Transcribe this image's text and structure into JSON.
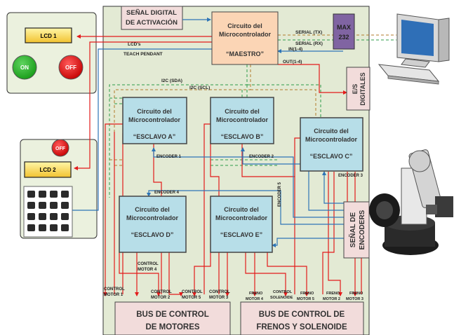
{
  "signal": {
    "line1": "SEÑAL DIGITAL",
    "line2": "DE ACTIVACIÓN"
  },
  "lcd1": "LCD 1",
  "lcd2": "LCD 2",
  "on_label": "ON",
  "off_label": "OFF",
  "master": {
    "line1": "Circuito del",
    "line2": "Microcontrolador",
    "line3": "“MAESTRO”"
  },
  "slave_a": {
    "line1": "Circuito del",
    "line2": "Microcontrolador",
    "line3": "“ESCLAVO A”"
  },
  "slave_b": {
    "line1": "Circuito del",
    "line2": "Microcontrolador",
    "line3": "“ESCLAVO B”"
  },
  "slave_c": {
    "line1": "Circuito del",
    "line2": "Microcontrolador",
    "line3": "“ESCLAVO C”"
  },
  "slave_d": {
    "line1": "Circuito del",
    "line2": "Microcontrolador",
    "line3": "“ESCLAVO D”"
  },
  "slave_e": {
    "line1": "Circuito del",
    "line2": "Microcontrolador",
    "line3": "“ESCLAVO E”"
  },
  "max": {
    "line1": "MAX",
    "line2": "232"
  },
  "es": {
    "line1": "E/S",
    "line2": "DIGITALES"
  },
  "senal_enc": {
    "line1": "SEÑAL DE",
    "line2": "ENCODERS"
  },
  "bus_motores": {
    "line1": "BUS DE CONTROL",
    "line2": "DE MOTORES"
  },
  "bus_frenos": {
    "line1": "BUS DE CONTROL DE",
    "line2": "FRENOS Y SOLENOIDE"
  },
  "labels": {
    "serial_tx": "SERIAL (TX)",
    "serial_rx": "SERIAL (RX)",
    "in": "IN(1-4)",
    "out": "OUT(1-4)",
    "lcds": "LCD's",
    "teach": "TEACH PENDANT",
    "sda": "I2C (SDA)",
    "scl": "I2C (SCL)",
    "enc1": "ENCODER 1",
    "enc2": "ENCODER 2",
    "enc3": "ENCODER 3",
    "enc4": "ENCODER 4",
    "enc5": "ENCODER 5",
    "cm4_1": "CONTROL",
    "cm4_2": "MOTOR 4",
    "cm1_1": "CONTROL",
    "cm1_2": "MOTOR 1",
    "cm2_1": "CONTROL",
    "cm2_2": "MOTOR 2",
    "cm5_1": "CONTROL",
    "cm5_2": "MOTOR 5",
    "cm3_1": "CONTROL",
    "cm3_2": "MOTOR 3",
    "fm4_1": "FRENO",
    "fm4_2": "MOTOR 4",
    "cs_1": "CONTROL",
    "cs_2": "SOLENOIDE",
    "fm5_1": "FRENO",
    "fm5_2": "MOTOR 5",
    "fm2_1": "FRENO",
    "fm2_2": "MOTOR 2",
    "fm3_1": "FRENO",
    "fm3_2": "MOTOR 3"
  },
  "colors": {
    "board": "#e3ead4",
    "master_fill": "#fbd5b5",
    "slave_fill": "#b7dee8",
    "box_pink": "#f2dcdb",
    "max_fill": "#8064a2",
    "panel": "#ebf1de",
    "red_wire": "#e31b1b",
    "blue_wire": "#2e75b6"
  }
}
